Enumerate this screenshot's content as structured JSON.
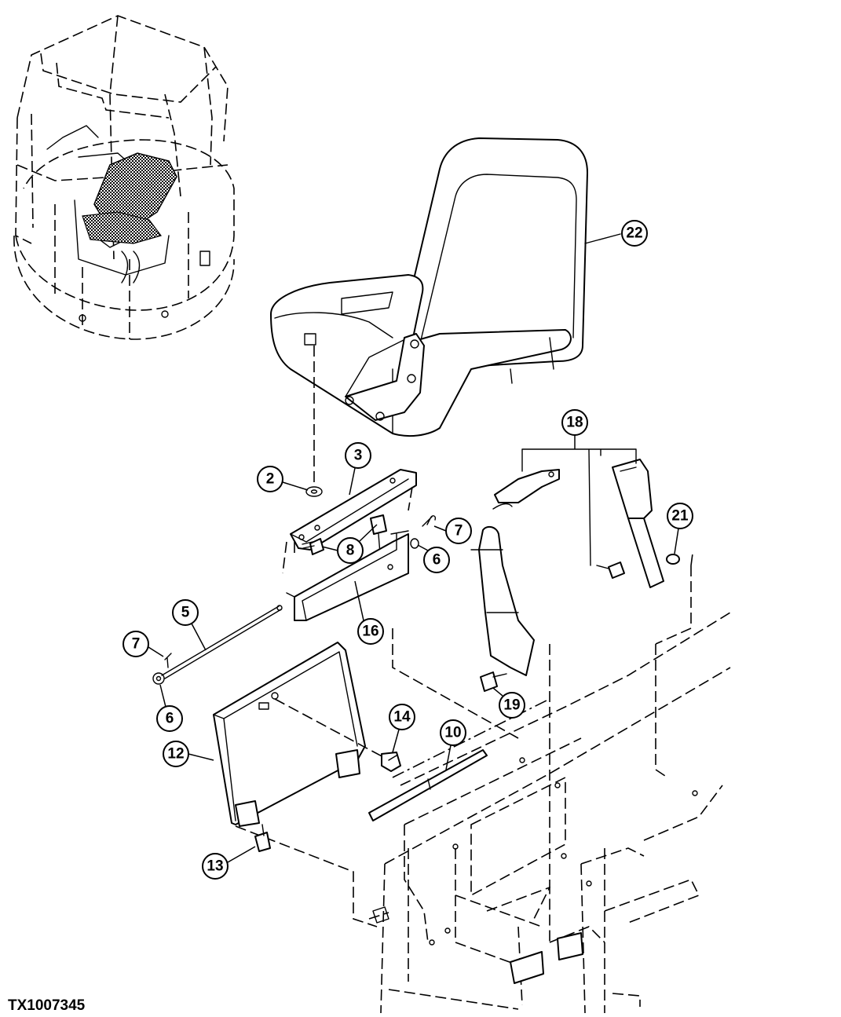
{
  "figure_id": "TX1007345",
  "callouts": [
    "22",
    "18",
    "2",
    "3",
    "7",
    "21",
    "8",
    "6",
    "16",
    "5",
    "7",
    "6",
    "14",
    "10",
    "12",
    "19",
    "13"
  ]
}
